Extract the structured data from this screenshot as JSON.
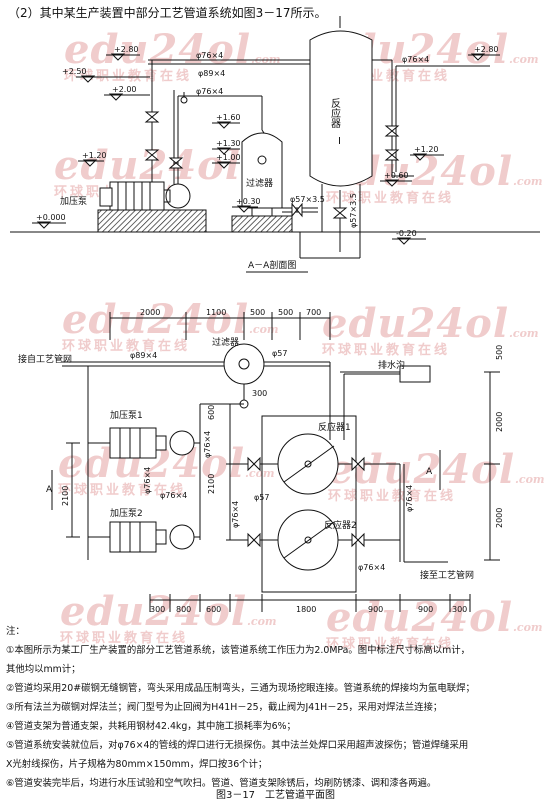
{
  "intro": "（2）其中某生产装置中部分工艺管道系统如图3－17所示。",
  "watermark": {
    "text": "edu24ol",
    "tail": ".com",
    "subtitle": "环球职业教育在线"
  },
  "section_view": {
    "levels": {
      "l280a": "+2.80",
      "l250": "+2.50",
      "l200": "+2.00",
      "l160": "+1.60",
      "l130": "+1.30",
      "l100": "+1.00",
      "l120a": "+1.20",
      "l000": "+0.000",
      "l030": "+0.30",
      "l280b": "+2.80",
      "l120b": "+1.20",
      "l060": "+0.60",
      "lm020": "-0.20"
    },
    "pipes": {
      "p89": "φ89×4",
      "p76a": "φ76×4",
      "p76b": "φ76×4",
      "p76c": "φ76×4",
      "p57a": "φ57×3.5",
      "p57b": "φ57×3.5"
    },
    "labels": {
      "pump": "加压泵",
      "filter": "过滤器",
      "reactor": "反应器",
      "reactor_no": "Ⅰ"
    },
    "title": "A－A剖面图"
  },
  "plan_view": {
    "dims": {
      "d2000a": "2000",
      "d1100": "1100",
      "d500a": "500",
      "d500b": "500",
      "d700": "700",
      "d300a": "300",
      "d600": "600",
      "d2100a": "2100",
      "d2100b": "2100",
      "d2000b": "2000",
      "d2000c": "2000",
      "d500c": "500",
      "d300b": "300",
      "d800": "800",
      "d600b": "600",
      "d1800": "1800",
      "d900a": "900",
      "d900b": "900",
      "d300c": "300"
    },
    "pipes": {
      "p89": "φ89×4",
      "p57a": "φ57",
      "p57b": "φ57",
      "p76a": "φ76×4",
      "p76b": "φ76×4",
      "p76c": "φ76×4",
      "p76d": "φ76×4",
      "p76e": "φ76×4"
    },
    "labels": {
      "from_net": "接自工艺管网",
      "to_net": "接至工艺管网",
      "filter": "过滤器",
      "drain": "排水沟",
      "reactor1": "反应器1",
      "reactor2": "反应器2",
      "pump1": "加压泵1",
      "pump2": "加压泵2",
      "secA_left": "A",
      "secA_right": "A"
    }
  },
  "notes": {
    "title": "注：",
    "lines": [
      "①本图所示为某工厂生产装置的部分工艺管道系统，该管道系统工作压力为2.0MPa。图中标注尺寸标高以m计，",
      "其他均以mm计；",
      "②管道均采用20#碳钢无缝钢管，弯头采用成品压制弯头，三通为现场挖眼连接。管道系统的焊接均为氩电联焊；",
      "③所有法兰为碳钢对焊法兰；阀门型号为止回阀为H41H－25，截止阀为J41H－25，采用对焊法兰连接；",
      "④管道支架为普通支架，共耗用钢材42.4kg，其中施工损耗率为6%；",
      "⑤管道系统安装就位后，对φ76×4的管线的焊口进行无损探伤。其中法兰处焊口采用超声波探伤；管道焊缝采用",
      "X光射线探伤，片子规格为80mm×150mm，焊口按36个计；",
      "⑥管道安装完毕后，均进行水压试验和空气吹扫。管道、管道支架除锈后，均刷防锈漆、调和漆各两遍。"
    ]
  },
  "caption": "图3－17　工艺管道平面图"
}
